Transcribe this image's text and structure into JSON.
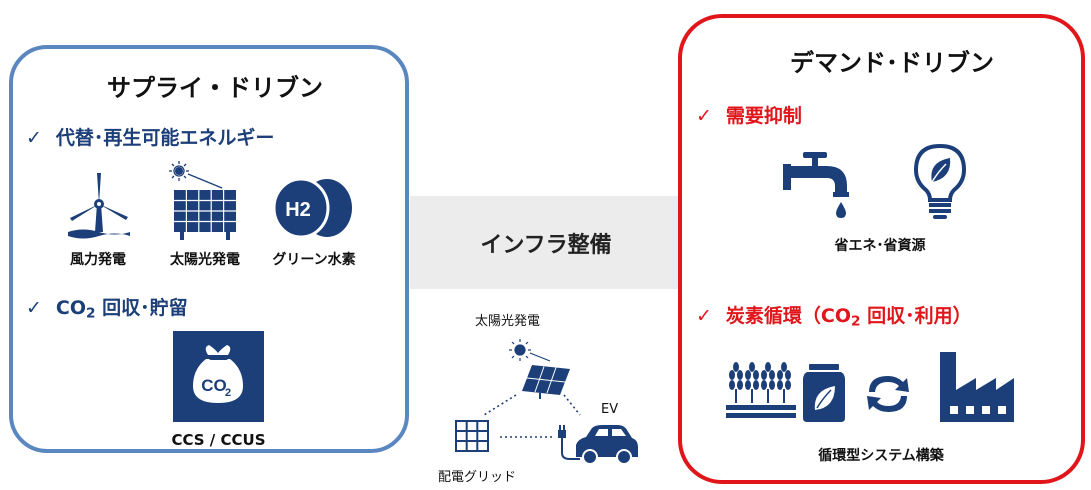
{
  "supply": {
    "title": "サプライ・ドリブン",
    "section1": {
      "check": "✓",
      "label": "代替･再生可能エネルギー"
    },
    "icons": [
      {
        "icon": "wind-turbine-icon",
        "label": "風力発電"
      },
      {
        "icon": "solar-panel-icon",
        "label": "太陽光発電"
      },
      {
        "icon": "hydrogen-icon",
        "label": "グリーン水素",
        "badge": "H2"
      }
    ],
    "section2": {
      "check": "✓",
      "label_pre": "CO",
      "label_sub": "2",
      "label_post": " 回収･貯留"
    },
    "ccs": {
      "icon": "co2-bag-icon",
      "label": "CCS / CCUS",
      "bag_text": "CO",
      "bag_sub": "2"
    }
  },
  "infra": {
    "label": "インフラ整備",
    "solar_label": "太陽光発電",
    "ev_label": "EV",
    "grid_label": "配電グリッド"
  },
  "demand": {
    "title": "デマンド･ドリブン",
    "section1": {
      "check": "✓",
      "label": "需要抑制"
    },
    "saving_label": "省エネ･省資源",
    "section2": {
      "check": "✓",
      "label_pre": "炭素循環（CO",
      "label_sub": "2",
      "label_post": " 回収･利用）"
    },
    "circular_label": "循環型システム構築"
  },
  "colors": {
    "blue": "#1c3f79",
    "blue_border": "#5b87c1",
    "red": "#e0161b",
    "band": "#ececec"
  }
}
